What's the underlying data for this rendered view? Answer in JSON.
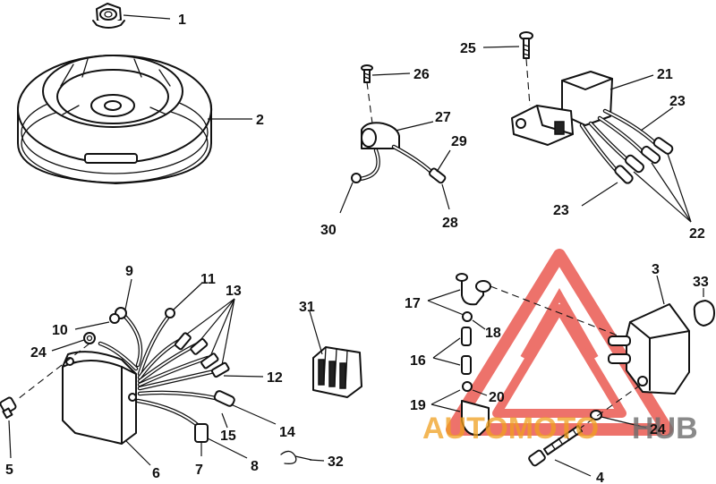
{
  "callouts": {
    "c1": "1",
    "c2": "2",
    "c3": "3",
    "c4": "4",
    "c5": "5",
    "c6": "6",
    "c7": "7",
    "c8": "8",
    "c9": "9",
    "c10": "10",
    "c11": "11",
    "c12": "12",
    "c13": "13",
    "c14": "14",
    "c15": "15",
    "c16": "16",
    "c17": "17",
    "c18": "18",
    "c19": "19",
    "c20": "20",
    "c21": "21",
    "c22": "22",
    "c23a": "23",
    "c23b": "23",
    "c24a": "24",
    "c24b": "24",
    "c25": "25",
    "c26": "26",
    "c27": "27",
    "c28": "28",
    "c29": "29",
    "c30": "30",
    "c31": "31",
    "c32": "32",
    "c33": "33"
  },
  "watermark": {
    "text_left": "AUTOMOTO",
    "text_right": "HUB",
    "color_red": "#e8433a",
    "color_orange": "#f0a020",
    "color_gray": "#6e6e6e"
  }
}
